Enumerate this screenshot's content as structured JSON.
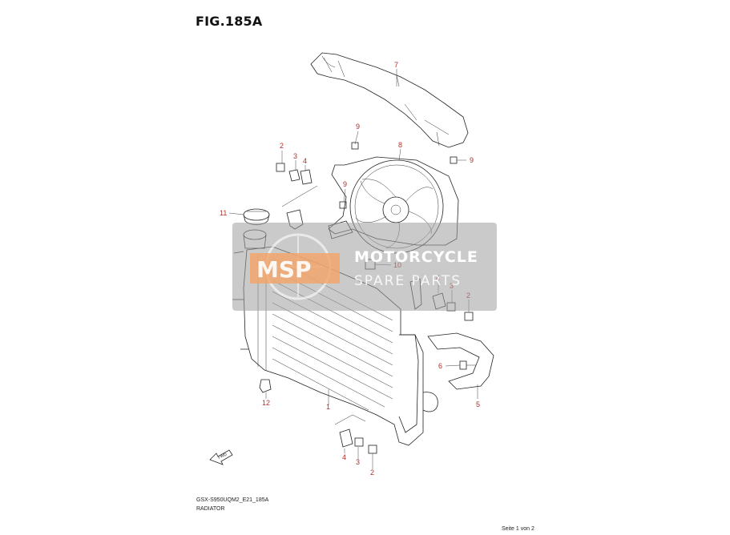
{
  "figure": {
    "title": "FIG.185A",
    "model_code": "GSX-S950UQM2_E21_185A",
    "section_name": "RADIATOR",
    "page_label": "Seite 1 von 2",
    "direction_label": "FWD"
  },
  "watermark": {
    "logo_text": "MSP",
    "title": "MOTORCYCLE",
    "subtitle": "SPARE PARTS"
  },
  "callouts": [
    {
      "id": "c-7",
      "number": "7"
    },
    {
      "id": "c-9-top",
      "number": "9"
    },
    {
      "id": "c-8",
      "number": "8"
    },
    {
      "id": "c-9-right",
      "number": "9"
    },
    {
      "id": "c-2-left",
      "number": "2"
    },
    {
      "id": "c-3-left",
      "number": "3"
    },
    {
      "id": "c-4-left",
      "number": "4"
    },
    {
      "id": "c-9-mid",
      "number": "9"
    },
    {
      "id": "c-11",
      "number": "11"
    },
    {
      "id": "c-10",
      "number": "10"
    },
    {
      "id": "c-4-right",
      "number": "4"
    },
    {
      "id": "c-3-right",
      "number": "3"
    },
    {
      "id": "c-2-right",
      "number": "2"
    },
    {
      "id": "c-6",
      "number": "6"
    },
    {
      "id": "c-5",
      "number": "5"
    },
    {
      "id": "c-12",
      "number": "12"
    },
    {
      "id": "c-1",
      "number": "1"
    },
    {
      "id": "c-4-bottom",
      "number": "4"
    },
    {
      "id": "c-3-bottom",
      "number": "3"
    },
    {
      "id": "c-2-bottom",
      "number": "2"
    }
  ]
}
